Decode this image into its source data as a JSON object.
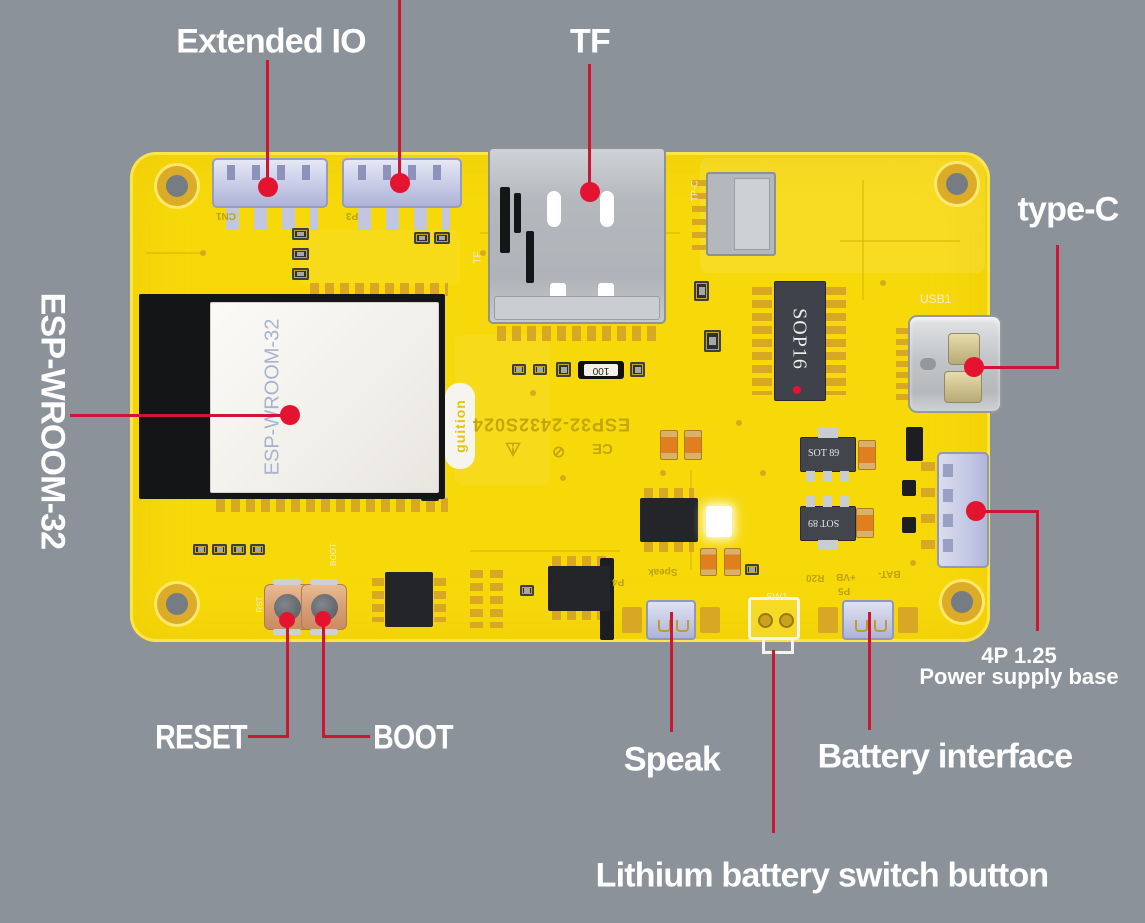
{
  "figure": {
    "description": "Annotated ESP32 development board diagram"
  },
  "colors": {
    "background": "#8c9299",
    "board_yellow": "#f7d90a",
    "callout_line_red": "#ce1633",
    "callout_dot_red": "#e41430"
  },
  "annotations": {
    "extended_io": "Extended IO",
    "tf": "TF",
    "type_c": "type-C",
    "esp_module": "ESP-WROOM-32",
    "reset": "RESET",
    "boot": "BOOT",
    "speak": "Speak",
    "battery_interface": "Battery interface",
    "lithium_switch": "Lithium battery switch button",
    "power_base_line1": "4P 1.25",
    "power_base_line2": "Power supply base"
  },
  "silkscreen": {
    "module_label": "ESP-WROOM-32",
    "model_number": "ESP32-2432S024",
    "brand": "guition",
    "sop16": "SOP16",
    "sot89_top": "SOT 89",
    "sot89_bottom": "SOT 89",
    "inductor": "100",
    "usb_ref": "USB1",
    "conn_left_ref": "CN1",
    "conn_right_ref": "P3",
    "speaker_silk": "Speak",
    "speaker_ref": "P4",
    "switch_ref": "SW1",
    "battery_ref": "P5",
    "bat_neg": "BAT-",
    "bat_pos": "+VB",
    "resistor_ref": "R20",
    "boot_ref": "BOOT",
    "reset_ref": "RST",
    "tf_ref": "TF",
    "tp_ref": "TP-C",
    "ce_mark": "CE"
  }
}
